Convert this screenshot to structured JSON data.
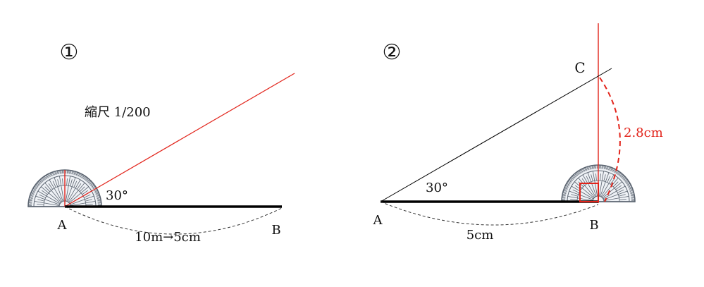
{
  "panel1": {
    "number": "①",
    "scale_label": "縮尺 1/200",
    "angle_label": "30°",
    "point_a": "A",
    "point_b": "B",
    "distance_label": "10m→5cm"
  },
  "panel2": {
    "number": "②",
    "angle_label": "30°",
    "point_a": "A",
    "point_b": "B",
    "point_c": "C",
    "distance_label": "5cm",
    "height_label": "2.8cm"
  },
  "colors": {
    "construction_red": "#e2231a",
    "line_black": "#000000",
    "protractor": "#5b6470"
  }
}
